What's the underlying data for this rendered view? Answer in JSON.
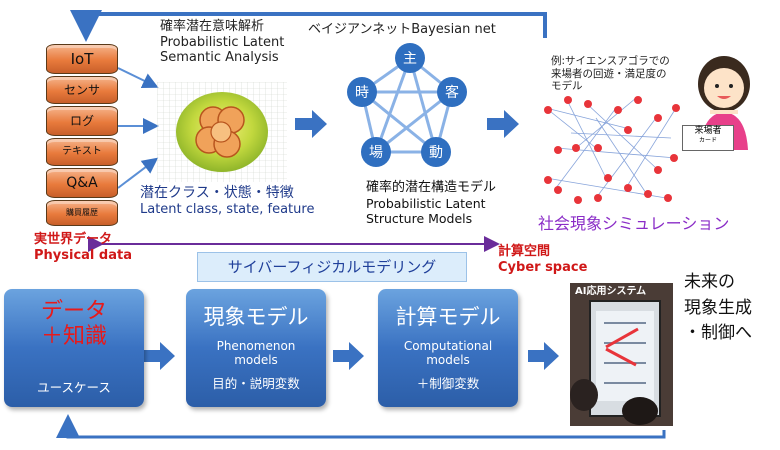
{
  "data_sources": [
    "IoT",
    "センサ",
    "ログ",
    "テキスト",
    "Q&A",
    "購買履歴"
  ],
  "plsa": {
    "title_ja": "確率潜在意味解析",
    "title_en_1": "Probabilistic Latent",
    "title_en_2": "Semantic Analysis"
  },
  "latent": {
    "ja": "潜在クラス・状態・特徴",
    "en": "Latent class, state, feature"
  },
  "bayesian": {
    "title": "ベイジアンネットBayesian net",
    "nodes": [
      "主",
      "客",
      "動",
      "場",
      "時"
    ]
  },
  "structure_model": {
    "ja": "確率的潜在構造モデル",
    "en_1": "Probabilistic Latent",
    "en_2": "Structure Models"
  },
  "example": {
    "line1": "例:サイエンスアゴラでの",
    "line2": "来場者の回遊・満足度の",
    "line3": "モデル",
    "visitor_label": "来場者",
    "visitor_card": "カード"
  },
  "simulation_label": "社会現象シミュレーション",
  "physical": {
    "ja": "実世界データ",
    "en": "Physical data"
  },
  "cyber": {
    "ja": "計算空間",
    "en": "Cyber space"
  },
  "cpm_banner": "サイバーフィジカルモデリング",
  "boxes": [
    {
      "main1": "データ",
      "main2": "＋知識",
      "bottom": "ユースケース"
    },
    {
      "main": "現象モデル",
      "sub1": "Phenomenon",
      "sub2": "models",
      "bottom": "目的・説明変数"
    },
    {
      "main": "計算モデル",
      "sub1": "Computational",
      "sub2": "models",
      "bottom": "＋制御変数"
    }
  ],
  "photo_sign": "AI応用システム",
  "future": {
    "line1": "未来の",
    "line2": "現象生成",
    "line3": "・制御へ"
  },
  "colors": {
    "arrow_blue": "#3a72c2",
    "physical_red": "#d01818",
    "sim_purple": "#8a2cc7",
    "cylinder_orange": "#e87a3c",
    "node_blue": "#2f6fc0"
  }
}
